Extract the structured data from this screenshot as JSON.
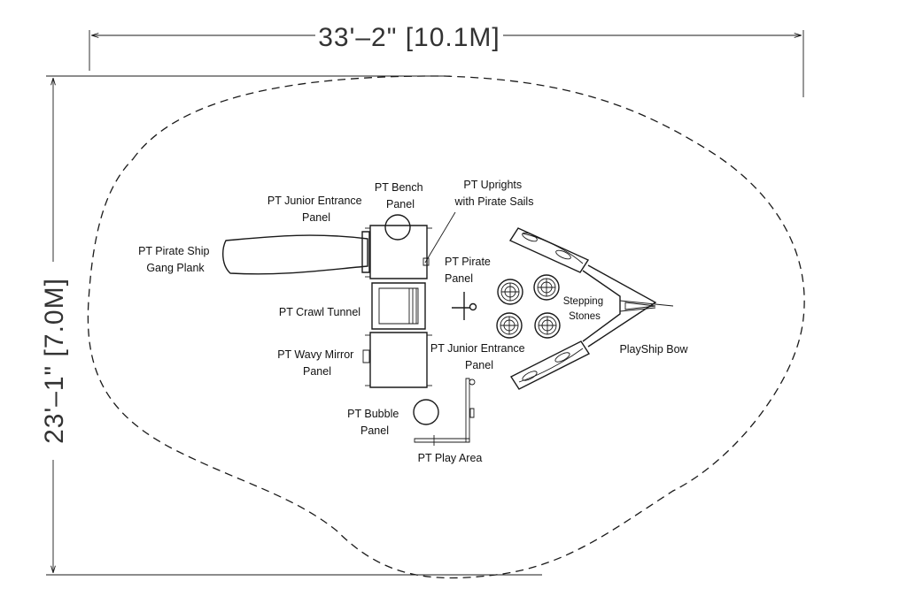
{
  "dimensions": {
    "width_label": "33'–2\" [10.1M]",
    "depth_label": "23'–1\" [7.0M]"
  },
  "labels": {
    "bench_panel": [
      "PT Bench",
      "Panel"
    ],
    "junior_entrance_panel_top": [
      "PT Junior Entrance",
      "Panel"
    ],
    "uprights_pirate_sails": [
      "PT Uprights",
      "with Pirate Sails"
    ],
    "pirate_ship_gang_plank": [
      "PT Pirate Ship",
      "Gang Plank"
    ],
    "pirate_panel": [
      "PT Pirate",
      "Panel"
    ],
    "stepping_stones": [
      "Stepping",
      "Stones"
    ],
    "crawl_tunnel": [
      "PT Crawl Tunnel"
    ],
    "wavy_mirror_panel": [
      "PT Wavy Mirror",
      "Panel"
    ],
    "junior_entrance_panel_bottom": [
      "PT Junior Entrance",
      "Panel"
    ],
    "playship_bow": [
      "PlayShip Bow"
    ],
    "bubble_panel": [
      "PT Bubble",
      "Panel"
    ],
    "play_area": [
      "PT Play Area"
    ]
  }
}
